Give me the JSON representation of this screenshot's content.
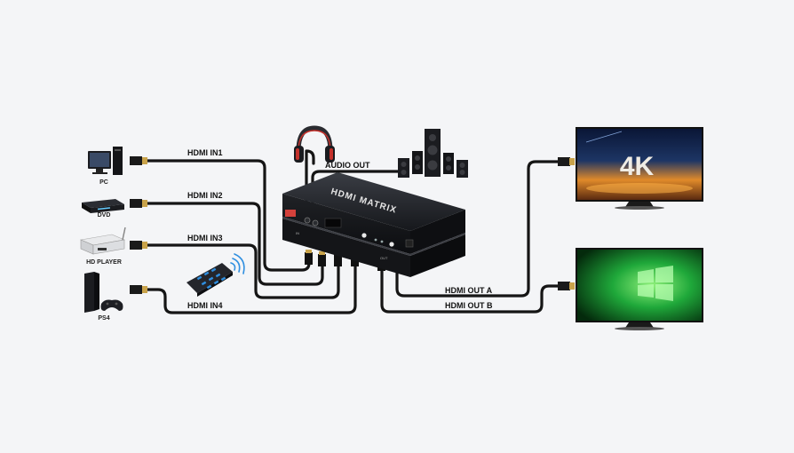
{
  "inputs": {
    "in1": "HDMI IN1",
    "in2": "HDMI IN2",
    "in3": "HDMI IN3",
    "in4": "HDMI IN4"
  },
  "outputs": {
    "out_a": "HDMI OUT A",
    "out_b": "HDMI OUT B"
  },
  "audio_out": "AUDIO OUT",
  "sources": {
    "pc": "PC",
    "dvd": "DVD",
    "hd_player": "HD PLAYER",
    "ps4": "PS4"
  },
  "device_name": "HDMI MATRIX",
  "tv_a_text": "4K",
  "icons": [
    "pc-icon",
    "dvd-player-icon",
    "hd-player-icon",
    "ps4-icon",
    "remote-control-icon",
    "headphones-icon",
    "speaker-system-icon",
    "hdmi-matrix-icon",
    "tv-icon"
  ]
}
